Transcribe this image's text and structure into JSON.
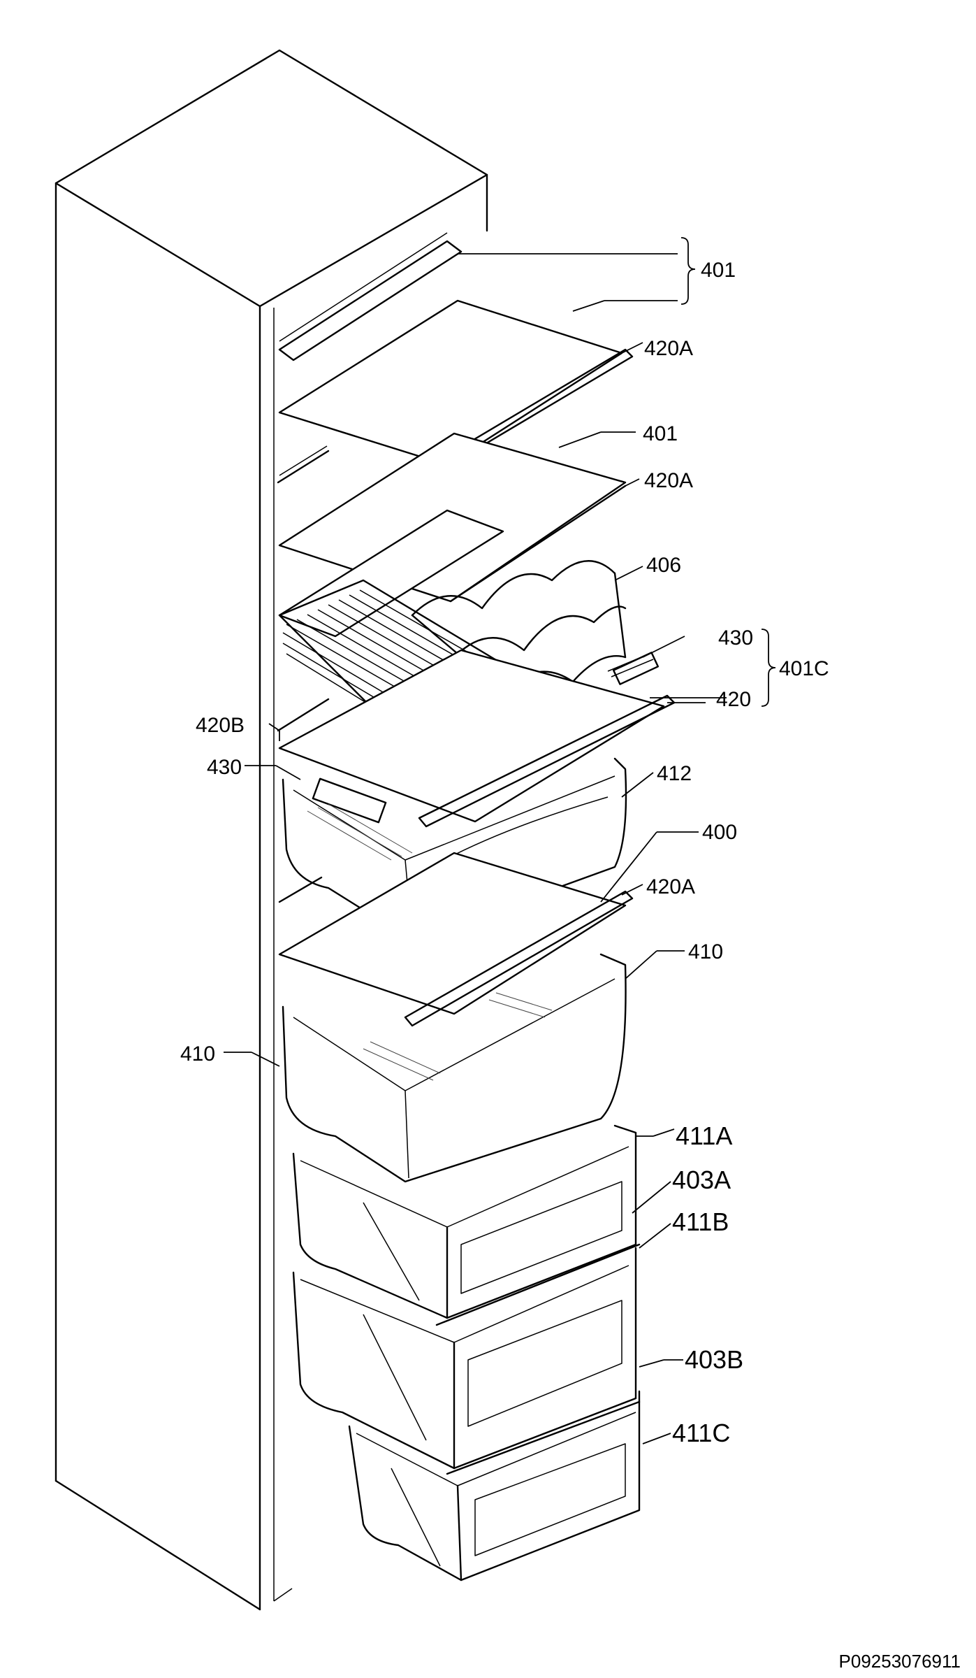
{
  "diagram": {
    "labels": {
      "l401_top": "401",
      "l420A_1": "420A",
      "l401_2": "401",
      "l420A_2": "420A",
      "l406": "406",
      "l430_r": "430",
      "l401C": "401C",
      "l420": "420",
      "l420B": "420B",
      "l430_l": "430",
      "l412": "412",
      "l400": "400",
      "l420A_3": "420A",
      "l410_r": "410",
      "l410_l": "410",
      "l411A": "411A",
      "l403A": "403A",
      "l411B": "411B",
      "l403B": "403B",
      "l411C": "411C"
    },
    "code": "P09253076911"
  }
}
